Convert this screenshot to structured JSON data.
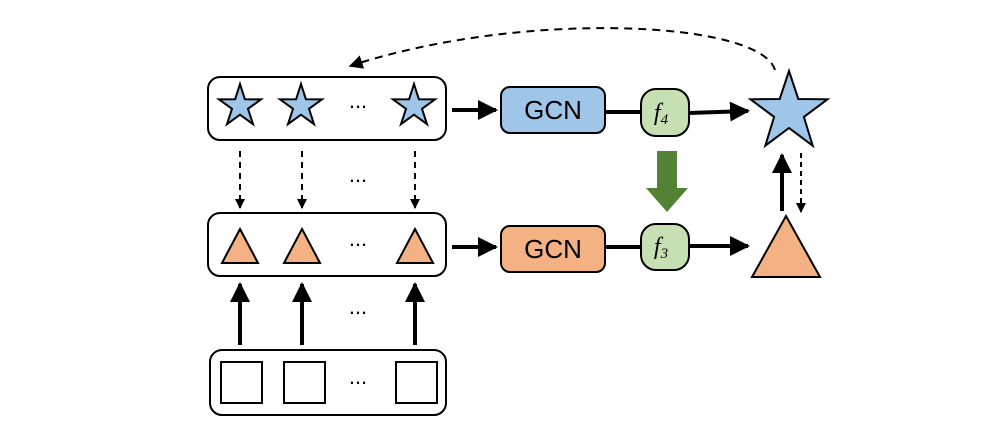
{
  "diagram": {
    "ellipsis": "...",
    "gcn_top": {
      "label": "GCN",
      "fill": "#9fc5e8"
    },
    "gcn_bottom": {
      "label": "GCN",
      "fill": "#f4b183"
    },
    "f4": {
      "base": "f",
      "sub": "4",
      "fill": "#c6e0b4"
    },
    "f3": {
      "base": "f",
      "sub": "3",
      "fill": "#c6e0b4"
    },
    "colors": {
      "star": "#9fc5e8",
      "triangle": "#f4b183",
      "green_arrow": "#548235",
      "stroke": "#000000"
    },
    "icons": {
      "row_top": "star-icon",
      "row_middle": "triangle-icon",
      "row_bottom": "square-icon"
    }
  }
}
